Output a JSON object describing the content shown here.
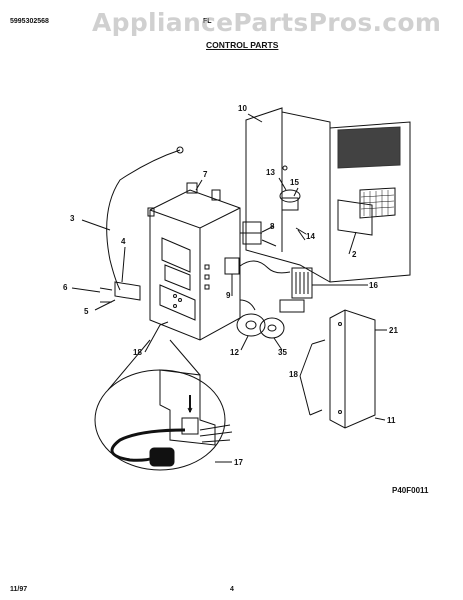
{
  "header": {
    "doc_number": "5995302568",
    "model_partial": "FL",
    "section_title": "CONTROL PARTS"
  },
  "watermark": "AppliancePartsPros.com",
  "figure_code": "P40F0011",
  "footer": {
    "date": "11/97",
    "page": "4"
  },
  "callouts": [
    "10",
    "7",
    "13",
    "15",
    "3",
    "4",
    "8",
    "14",
    "2",
    "6",
    "9",
    "16",
    "5",
    "18",
    "12",
    "35",
    "21",
    "18",
    "11",
    "17"
  ]
}
